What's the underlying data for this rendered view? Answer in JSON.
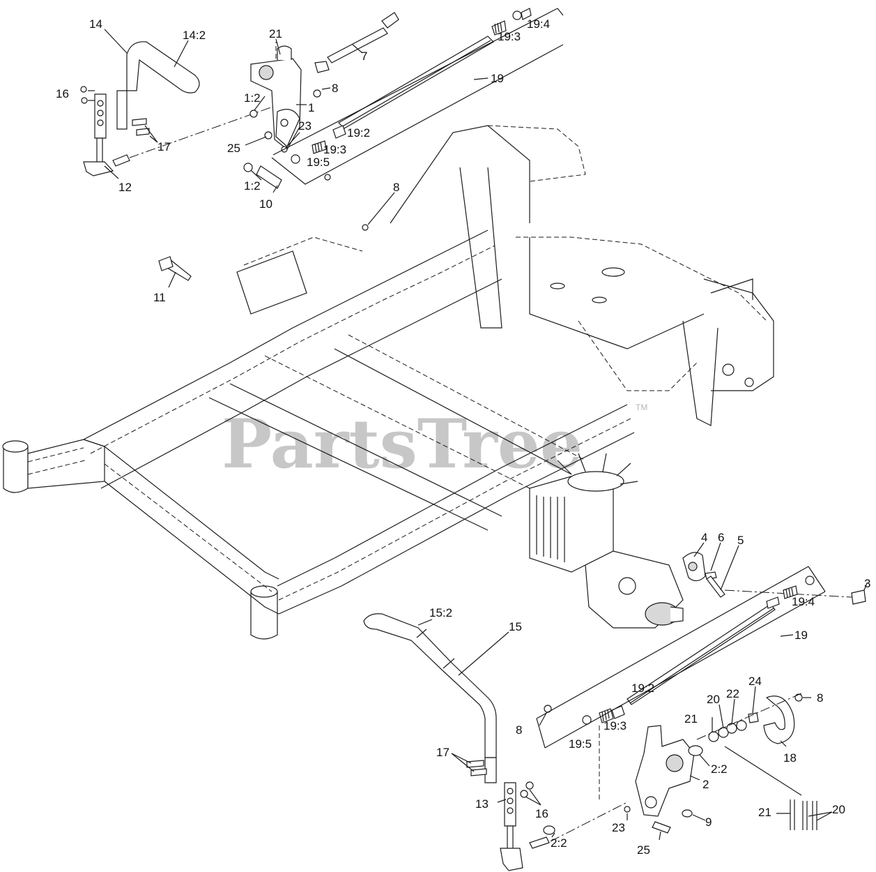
{
  "diagram": {
    "watermark": "PartsTree",
    "watermark_mark": "TM",
    "callouts": [
      {
        "id": "c14",
        "text": "14"
      },
      {
        "id": "c14-2",
        "text": "14:2"
      },
      {
        "id": "c16-top",
        "text": "16"
      },
      {
        "id": "c17-top",
        "text": "17"
      },
      {
        "id": "c12",
        "text": "12"
      },
      {
        "id": "c21-top",
        "text": "21"
      },
      {
        "id": "c1-2-a",
        "text": "1:2"
      },
      {
        "id": "c1",
        "text": "1"
      },
      {
        "id": "c8-a",
        "text": "8"
      },
      {
        "id": "c25-top",
        "text": "25"
      },
      {
        "id": "c23-top",
        "text": "23"
      },
      {
        "id": "c1-2-b",
        "text": "1:2"
      },
      {
        "id": "c10",
        "text": "10"
      },
      {
        "id": "c7",
        "text": "7"
      },
      {
        "id": "c19-4-top",
        "text": "19:4"
      },
      {
        "id": "c19-3-a",
        "text": "19:3"
      },
      {
        "id": "c19-top",
        "text": "19"
      },
      {
        "id": "c19-2-top",
        "text": "19:2"
      },
      {
        "id": "c19-3-b",
        "text": "19:3"
      },
      {
        "id": "c19-5-top",
        "text": "19:5"
      },
      {
        "id": "c8-b",
        "text": "8"
      },
      {
        "id": "c11",
        "text": "11"
      },
      {
        "id": "c4",
        "text": "4"
      },
      {
        "id": "c6",
        "text": "6"
      },
      {
        "id": "c5",
        "text": "5"
      },
      {
        "id": "c3",
        "text": "3"
      },
      {
        "id": "c19-4-bot",
        "text": "19:4"
      },
      {
        "id": "c19-bot",
        "text": "19"
      },
      {
        "id": "c15-2",
        "text": "15:2"
      },
      {
        "id": "c15",
        "text": "15"
      },
      {
        "id": "c24",
        "text": "24"
      },
      {
        "id": "c20-a",
        "text": "20"
      },
      {
        "id": "c22",
        "text": "22"
      },
      {
        "id": "c19-2-bot",
        "text": "19:2"
      },
      {
        "id": "c8-c",
        "text": "8"
      },
      {
        "id": "c8-d",
        "text": "8"
      },
      {
        "id": "c21-mid",
        "text": "21"
      },
      {
        "id": "c19-3-c",
        "text": "19:3"
      },
      {
        "id": "c19-5-bot",
        "text": "19:5"
      },
      {
        "id": "c2-2-a",
        "text": "2:2"
      },
      {
        "id": "c18",
        "text": "18"
      },
      {
        "id": "c2",
        "text": "2"
      },
      {
        "id": "c17-bot",
        "text": "17"
      },
      {
        "id": "c13",
        "text": "13"
      },
      {
        "id": "c16-bot",
        "text": "16"
      },
      {
        "id": "c23-bot",
        "text": "23"
      },
      {
        "id": "c9",
        "text": "9"
      },
      {
        "id": "c21-bot",
        "text": "21"
      },
      {
        "id": "c20-b",
        "text": "20"
      },
      {
        "id": "c2-2-b",
        "text": "2:2"
      },
      {
        "id": "c25-bot",
        "text": "25"
      }
    ]
  }
}
